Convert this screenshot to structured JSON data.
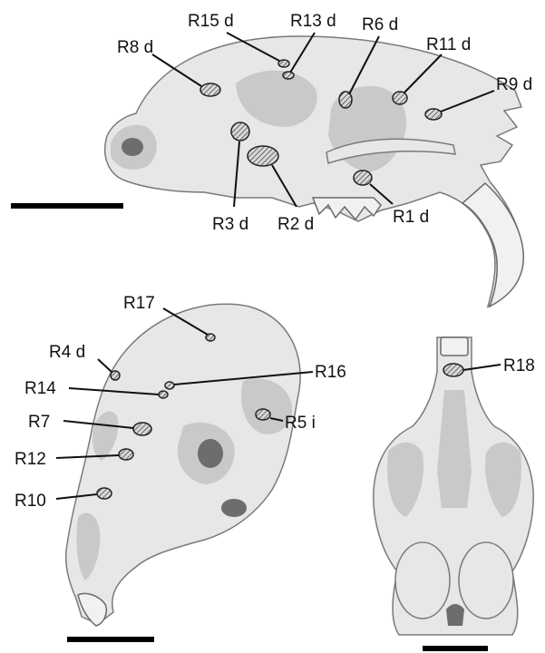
{
  "colors": {
    "skull_fill": "#e7e7e7",
    "skull_outline": "#7a7a7a",
    "roi_stroke": "#222222",
    "text": "#111111",
    "scale_bar": "#000000"
  },
  "views": {
    "lateral": {
      "labels": {
        "r15": "R15 d",
        "r13": "R13 d",
        "r8": "R8 d",
        "r6": "R6 d",
        "r11": "R11 d",
        "r9": "R9 d",
        "r3": "R3 d",
        "r2": "R2 d",
        "r1": "R1 d"
      }
    },
    "oblique": {
      "labels": {
        "r17": "R17",
        "r4": "R4 d",
        "r16": "R16",
        "r14": "R14",
        "r7": "R7",
        "r5": "R5 i",
        "r12": "R12",
        "r10": "R10"
      }
    },
    "ventral": {
      "labels": {
        "r18": "R18"
      }
    }
  }
}
